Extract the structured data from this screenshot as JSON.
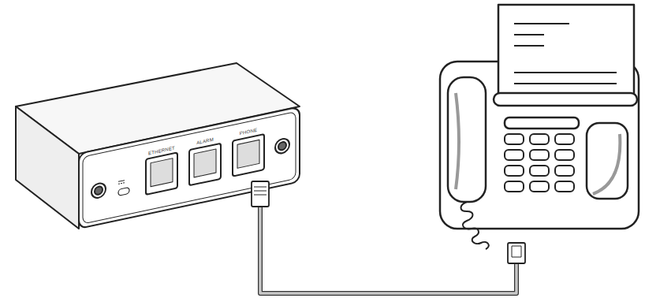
{
  "diagram": {
    "labels": [
      "ETHERNET",
      "ALARM",
      "PHONE"
    ]
  }
}
